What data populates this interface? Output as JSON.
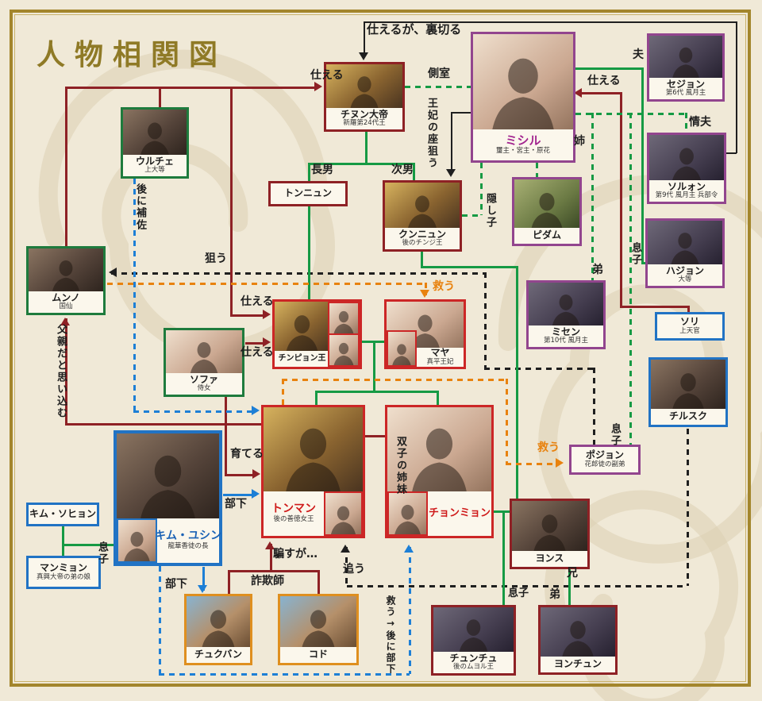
{
  "title": "人物相関図",
  "people": {
    "uruche": {
      "name": "ウルチェ",
      "caption": "上大等"
    },
    "chinun": {
      "name": "チヌン大帝",
      "caption": "新羅第24代王"
    },
    "mishil": {
      "name": "ミシル",
      "caption": "璽主・宮主・原花"
    },
    "sejon": {
      "name": "セジョン",
      "caption": "第6代 風月主"
    },
    "sorwon": {
      "name": "ソルォン",
      "caption": "第9代 風月主 兵部令"
    },
    "hajon": {
      "name": "ハジョン",
      "caption": "大等"
    },
    "tonnyun": {
      "name": "トンニュン",
      "caption": ""
    },
    "kunnyun": {
      "name": "クンニュン",
      "caption": "後のチンジ王"
    },
    "pidam": {
      "name": "ピダム",
      "caption": ""
    },
    "misen": {
      "name": "ミセン",
      "caption": "第10代 風月主"
    },
    "munno": {
      "name": "ムンノ",
      "caption": "国仙"
    },
    "sori": {
      "name": "ソリ",
      "caption": "上天官"
    },
    "chinpyon": {
      "name": "チンピョン王",
      "caption": ""
    },
    "maya": {
      "name": "マヤ",
      "caption": "真平王妃"
    },
    "sofa": {
      "name": "ソファ",
      "caption": "侍女"
    },
    "tonman": {
      "name": "トンマン",
      "caption": "後の善徳女王"
    },
    "chonmyon": {
      "name": "チョンミョン",
      "caption": ""
    },
    "kimsohyon": {
      "name": "キム・ソヒョン",
      "caption": ""
    },
    "manmyon": {
      "name": "マンミョン",
      "caption": "真興大帝の弟の娘"
    },
    "kimyushin": {
      "name": "キム・ユシン",
      "caption": "龍華香徒の長"
    },
    "chukuban": {
      "name": "チュクバン",
      "caption": ""
    },
    "kodo": {
      "name": "コド",
      "caption": ""
    },
    "yonsu": {
      "name": "ヨンス",
      "caption": ""
    },
    "chunchu": {
      "name": "チュンチュ",
      "caption": "後のムヨル王"
    },
    "yonchun": {
      "name": "ヨンチュン",
      "caption": ""
    },
    "chirusuku": {
      "name": "チルスク",
      "caption": ""
    },
    "pojon": {
      "name": "ポジョン",
      "caption": "花郎徒の副弟"
    }
  },
  "labels": {
    "serve_betray": "仕えるが、裏切る",
    "serve": "仕える",
    "concubine": "側室",
    "husband": "夫",
    "lover": "情夫",
    "older_sister": "姉",
    "younger_brother": "弟",
    "older_brother": "兄",
    "eldest_son": "長男",
    "second_son": "次男",
    "aim_queen": "王妃の座狙う",
    "hidden_child": "隠し子",
    "son": "息子",
    "aim": "狙う",
    "save": "救う",
    "believe_father": "父親だと思い込む",
    "later_assist": "後に補佐",
    "raise": "育てる",
    "subordinate": "部下",
    "twin_sisters": "双子の姉妹",
    "deceive_but": "騙すが…",
    "chase": "追う",
    "swindler": "詐欺師",
    "save_later_sub": "救う→後に部下"
  },
  "colors": {
    "maroon": "#8e2125",
    "box_red": "#cc2626",
    "purple": "#92458e",
    "box_green": "#1e7b3d",
    "box_blue": "#2173c4",
    "box_orange": "#df8f1f",
    "line_green": "#169a44",
    "line_blue": "#1d7fd6",
    "line_orange": "#e8820e",
    "black": "#1f1f1f",
    "gold_frame": "#a3862c"
  },
  "name_colors": {
    "mishil": "#a2258f",
    "tonman": "#cf1a1a",
    "chonmyon": "#cf1a1a",
    "kimyushin": "#1b62b5"
  }
}
